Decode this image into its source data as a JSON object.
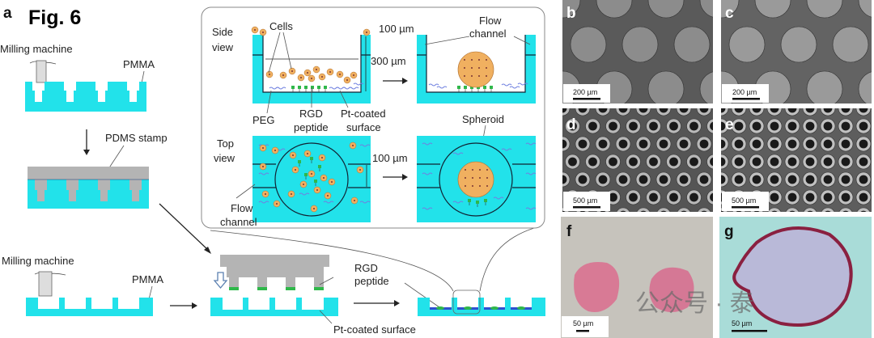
{
  "figure": {
    "title": "Fig. 6",
    "panel_labels": {
      "a": "a",
      "b": "b",
      "c": "c",
      "d": "d",
      "e": "e",
      "f": "f",
      "g": "g"
    },
    "left": {
      "milling_machine_1": "Milling machine",
      "pmma_1": "PMMA",
      "pdms_stamp": "PDMS stamp",
      "milling_machine_2": "Milling machine",
      "pmma_2": "PMMA"
    },
    "bottom": {
      "rgd_peptide_1": "RGD",
      "rgd_peptide_2": "peptide",
      "pt_coated_surface": "Pt-coated surface"
    },
    "inset": {
      "side_view_1": "Side",
      "side_view_2": "view",
      "top_view_1": "Top",
      "top_view_2": "view",
      "cells": "Cells",
      "dim_100_top": "100 µm",
      "dim_300": "300 µm",
      "dim_100_bottom": "100 µm",
      "peg": "PEG",
      "rgd_1": "RGD",
      "rgd_2": "peptide",
      "pt_1": "Pt-coated",
      "pt_2": "surface",
      "flow_channel_top_1": "Flow",
      "flow_channel_top_2": "channel",
      "flow_channel_bottom_1": "Flow",
      "flow_channel_bottom_2": "channel",
      "spheroid": "Spheroid"
    },
    "scale_bars": {
      "b": "200 µm",
      "c": "200 µm",
      "d": "500 µm",
      "e": "500 µm",
      "f": "50 µm",
      "g": "50 µm"
    },
    "watermark": "公众号 · 泰"
  },
  "colors": {
    "cyan": "#22e2ea",
    "gray": "#b4b4b4",
    "cell": "#f0b060",
    "green": "#2fb84a",
    "peg": "#7080e0"
  }
}
